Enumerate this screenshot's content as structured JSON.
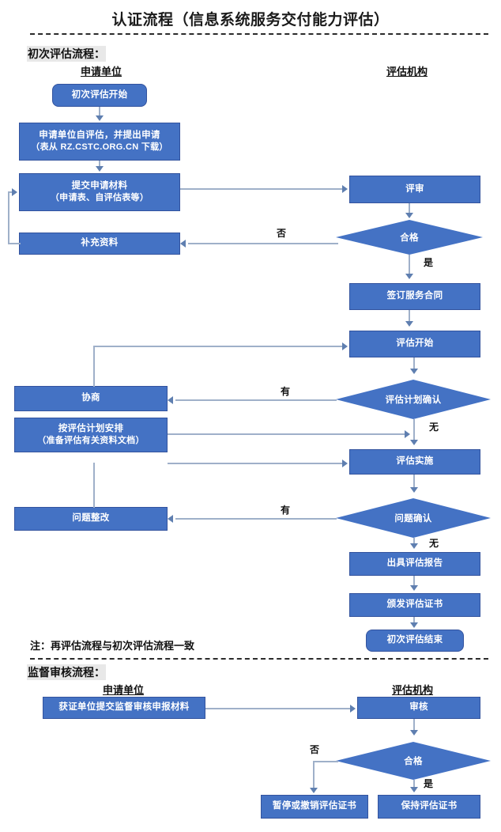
{
  "title": "认证流程（信息系统服务交付能力评估）",
  "sections": [
    {
      "id": "initial",
      "label": "初次评估流程："
    },
    {
      "id": "supervision",
      "label": "监督审核流程："
    }
  ],
  "column_headers": {
    "applicant": "申请单位",
    "agency": "评估机构"
  },
  "note": "注：再评估流程与初次评估流程一致",
  "colors": {
    "node_fill": "#4472C4",
    "node_text": "#FFFFFF",
    "connector": "#9FB0C9",
    "divider": "#2B2B2B"
  },
  "initial_flow": {
    "applicant_nodes": [
      {
        "id": "start",
        "shape": "terminator",
        "lines": [
          "初次评估开始"
        ]
      },
      {
        "id": "self-assess",
        "shape": "process",
        "lines": [
          "申请单位自评估，并提出申请",
          "（表从 RZ.CSTC.ORG.CN 下载）"
        ]
      },
      {
        "id": "submit-materials",
        "shape": "process",
        "lines": [
          "提交申请材料",
          "（申请表、自评估表等）"
        ]
      },
      {
        "id": "supplement",
        "shape": "process",
        "lines": [
          "补充资料"
        ]
      },
      {
        "id": "negotiate",
        "shape": "process",
        "lines": [
          "协商"
        ]
      },
      {
        "id": "arrange-plan",
        "shape": "process",
        "lines": [
          "按评估计划安排",
          "（准备评估有关资料文档）"
        ]
      },
      {
        "id": "rectify",
        "shape": "process",
        "lines": [
          "问题整改"
        ]
      }
    ],
    "agency_nodes": [
      {
        "id": "review",
        "shape": "process",
        "lines": [
          "评审"
        ]
      },
      {
        "id": "qualified",
        "shape": "decision",
        "lines": [
          "合格"
        ]
      },
      {
        "id": "sign-contract",
        "shape": "process",
        "lines": [
          "签订服务合同"
        ]
      },
      {
        "id": "assess-start",
        "shape": "process",
        "lines": [
          "评估开始"
        ]
      },
      {
        "id": "plan-confirm",
        "shape": "decision",
        "lines": [
          "评估计划确认"
        ]
      },
      {
        "id": "assess-implement",
        "shape": "process",
        "lines": [
          "评估实施"
        ]
      },
      {
        "id": "issue-confirm",
        "shape": "decision",
        "lines": [
          "问题确认"
        ]
      },
      {
        "id": "issue-report",
        "shape": "process",
        "lines": [
          "出具评估报告"
        ]
      },
      {
        "id": "grant-cert",
        "shape": "process",
        "lines": [
          "颁发评估证书"
        ]
      },
      {
        "id": "end",
        "shape": "terminator",
        "lines": [
          "初次评估结束"
        ]
      }
    ],
    "edge_labels": {
      "qualified_no": "否",
      "qualified_yes": "是",
      "plan_confirm_yes": "有",
      "plan_confirm_no": "无",
      "issue_confirm_yes": "有",
      "issue_confirm_no": "无"
    }
  },
  "supervision_flow": {
    "applicant_nodes": [
      {
        "id": "submit-supervision",
        "shape": "process",
        "lines": [
          "获证单位提交监督审核申报材料"
        ]
      }
    ],
    "agency_nodes": [
      {
        "id": "audit",
        "shape": "process",
        "lines": [
          "审核"
        ]
      },
      {
        "id": "qualified2",
        "shape": "decision",
        "lines": [
          "合格"
        ]
      },
      {
        "id": "suspend-revoke",
        "shape": "process",
        "lines": [
          "暂停或撤销评估证书"
        ]
      },
      {
        "id": "keep-cert",
        "shape": "process",
        "lines": [
          "保持评估证书"
        ]
      }
    ],
    "edge_labels": {
      "qualified_no": "否",
      "qualified_yes": "是"
    }
  }
}
